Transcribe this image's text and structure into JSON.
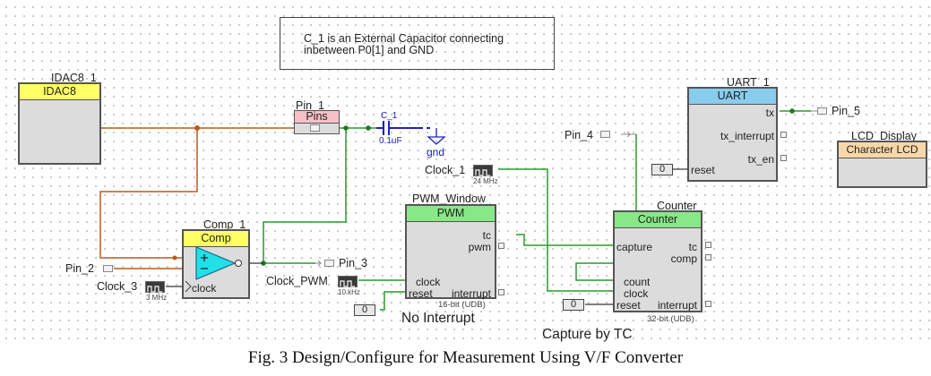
{
  "note": {
    "line1": "C_1 is an External Capacitor connecting",
    "line2": "inbetween P0[1] and GND"
  },
  "components": {
    "idac": {
      "instance": "IDAC8_1",
      "type": "IDAC8",
      "icon": "current-source-icon",
      "header_color": "#ffff66"
    },
    "pin1": {
      "instance": "Pin_1",
      "type": "Pins",
      "header_color": "#f5c0c8"
    },
    "cap": {
      "name": "C_1",
      "value": "0.1uF",
      "ground": "gnd",
      "color": "#2020c0"
    },
    "comp": {
      "instance": "Comp_1",
      "type": "Comp",
      "header_color": "#ffff66",
      "port_clock": "clock",
      "plus": "+",
      "minus": "−"
    },
    "pin2": {
      "label": "Pin_2"
    },
    "pin3": {
      "label": "Pin_3"
    },
    "pin4": {
      "label": "Pin_4"
    },
    "pin5": {
      "label": "Pin_5"
    },
    "clock3": {
      "label": "Clock_3",
      "freq": "3 MHz"
    },
    "clock1": {
      "label": "Clock_1",
      "freq": "24 MHz"
    },
    "clockpwm": {
      "label": "Clock_PWM",
      "freq": "10 kHz"
    },
    "pwm": {
      "instance": "PWM_Window",
      "type": "PWM",
      "header_color": "#88e888",
      "ports": {
        "tc": "tc",
        "pwm": "pwm",
        "clock": "clock",
        "reset": "reset",
        "interrupt": "interrupt"
      },
      "footer": "16-bit (UDB)",
      "reset_const": "0",
      "annotation": "No Interrupt"
    },
    "counter": {
      "instance": "Counter",
      "type": "Counter",
      "header_color": "#88e888",
      "ports": {
        "capture": "capture",
        "tc": "tc",
        "comp": "comp",
        "count": "count",
        "clock": "clock",
        "reset": "reset",
        "interrupt": "interrupt"
      },
      "footer": "32-bit (UDB)",
      "reset_const": "0",
      "annotation": "Capture by TC"
    },
    "uart": {
      "instance": "UART_1",
      "type": "UART",
      "header_color": "#88ccee",
      "ports": {
        "tx": "tx",
        "tx_interrupt": "tx_interrupt",
        "tx_en": "tx_en",
        "reset": "reset"
      },
      "reset_const": "0"
    },
    "lcd": {
      "instance": "LCD_Display",
      "type": "Character LCD",
      "header_color": "#f8d8a8"
    }
  },
  "wire_colors": {
    "analog": "#b85a1e",
    "digital": "#2a9a2a",
    "signal": "#222222"
  },
  "caption": "Fig. 3 Design/Configure for Measurement Using V/F Converter"
}
